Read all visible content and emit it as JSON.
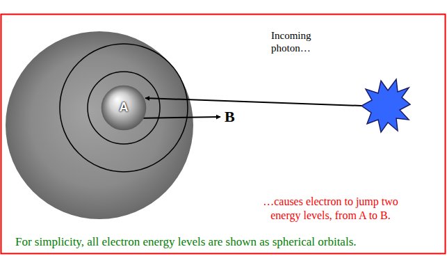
{
  "diagram": {
    "nodes": [
      {
        "text": [
          "A"
        ]
      }
    ],
    "labels": [
      "B",
      "Incoming photon…",
      "…causes electron to jump two energy levels, from A to B.",
      "For simplicity, all electron energy levels are shown as spherical orbitals."
    ]
  }
}
